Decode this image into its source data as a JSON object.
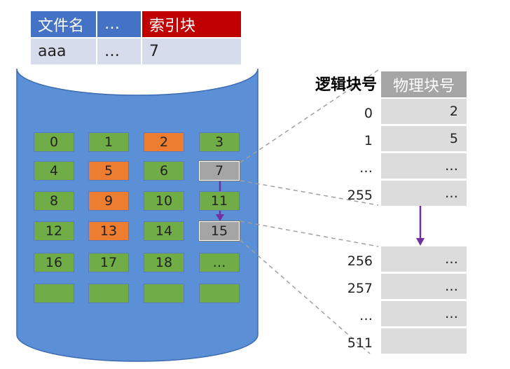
{
  "directory": {
    "headers": [
      "文件名",
      "…",
      "索引块"
    ],
    "row": [
      "aaa",
      "…",
      "7"
    ]
  },
  "disk": {
    "rows": [
      [
        {
          "label": "0",
          "color": "green"
        },
        {
          "label": "1",
          "color": "green"
        },
        {
          "label": "2",
          "color": "orange"
        },
        {
          "label": "3",
          "color": "green"
        }
      ],
      [
        {
          "label": "4",
          "color": "green"
        },
        {
          "label": "5",
          "color": "orange"
        },
        {
          "label": "6",
          "color": "green"
        },
        {
          "label": "7",
          "color": "grey"
        }
      ],
      [
        {
          "label": "8",
          "color": "green"
        },
        {
          "label": "9",
          "color": "orange"
        },
        {
          "label": "10",
          "color": "green"
        },
        {
          "label": "11",
          "color": "green"
        }
      ],
      [
        {
          "label": "12",
          "color": "green"
        },
        {
          "label": "13",
          "color": "orange"
        },
        {
          "label": "14",
          "color": "green"
        },
        {
          "label": "15",
          "color": "grey"
        }
      ],
      [
        {
          "label": "16",
          "color": "green"
        },
        {
          "label": "17",
          "color": "green"
        },
        {
          "label": "18",
          "color": "green"
        },
        {
          "label": "…",
          "color": "green"
        }
      ],
      [
        {
          "label": "",
          "color": "green"
        },
        {
          "label": "",
          "color": "green"
        },
        {
          "label": "",
          "color": "green"
        },
        {
          "label": "",
          "color": "green"
        }
      ]
    ]
  },
  "index_table_1": {
    "logical_header": "逻辑块号",
    "physical_header": "物理块号",
    "rows": [
      {
        "logical": "0",
        "physical": "2"
      },
      {
        "logical": "1",
        "physical": "5"
      },
      {
        "logical": "…",
        "physical": "…"
      },
      {
        "logical": "255",
        "physical": "…"
      }
    ]
  },
  "index_table_2": {
    "rows": [
      {
        "logical": "256",
        "physical": "…"
      },
      {
        "logical": "257",
        "physical": "…"
      },
      {
        "logical": "…",
        "physical": "…"
      },
      {
        "logical": "511",
        "physical": ""
      }
    ]
  },
  "colors": {
    "cylinder": "#5b8fd6",
    "green": "#70ad47",
    "orange": "#ed7d31",
    "grey": "#a5a5a5",
    "arrow": "#7030a0",
    "dir_header": "#4472c4",
    "dir_header_red": "#c00000"
  }
}
